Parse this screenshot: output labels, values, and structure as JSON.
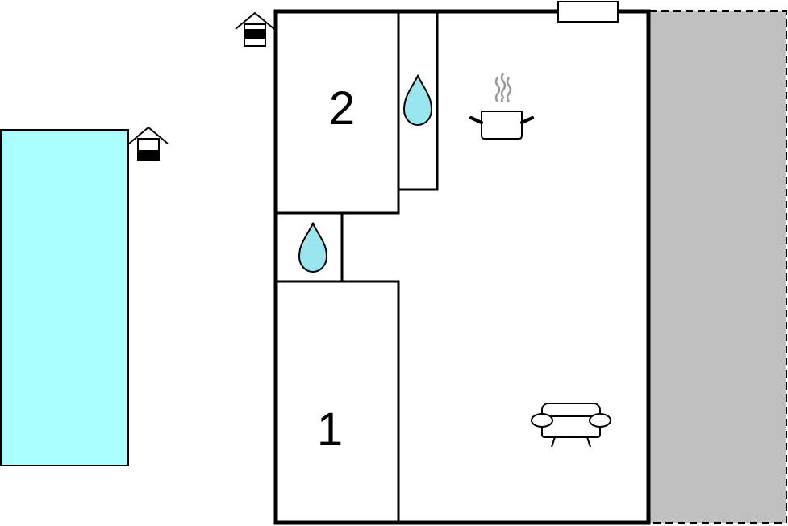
{
  "floorplan": {
    "rooms": [
      {
        "id": "bedroom-2",
        "label": "2"
      },
      {
        "id": "bedroom-1",
        "label": "1"
      }
    ],
    "icons": {
      "entrance_main": "house-entrance-icon",
      "entrance_pool": "house-entrance-icon",
      "bathroom_upper": "water-drop-icon",
      "bathroom_lower": "water-drop-icon",
      "kitchen": "cooking-pot-icon",
      "living": "sofa-icon"
    },
    "areas": {
      "pool": "pool-area",
      "terrace": "terrace-area",
      "window": "window"
    },
    "colors": {
      "pool": "#aaffff",
      "terrace": "#c0c0c0",
      "water": "#99e6ee",
      "walls": "#000000",
      "steam": "#999999"
    }
  }
}
